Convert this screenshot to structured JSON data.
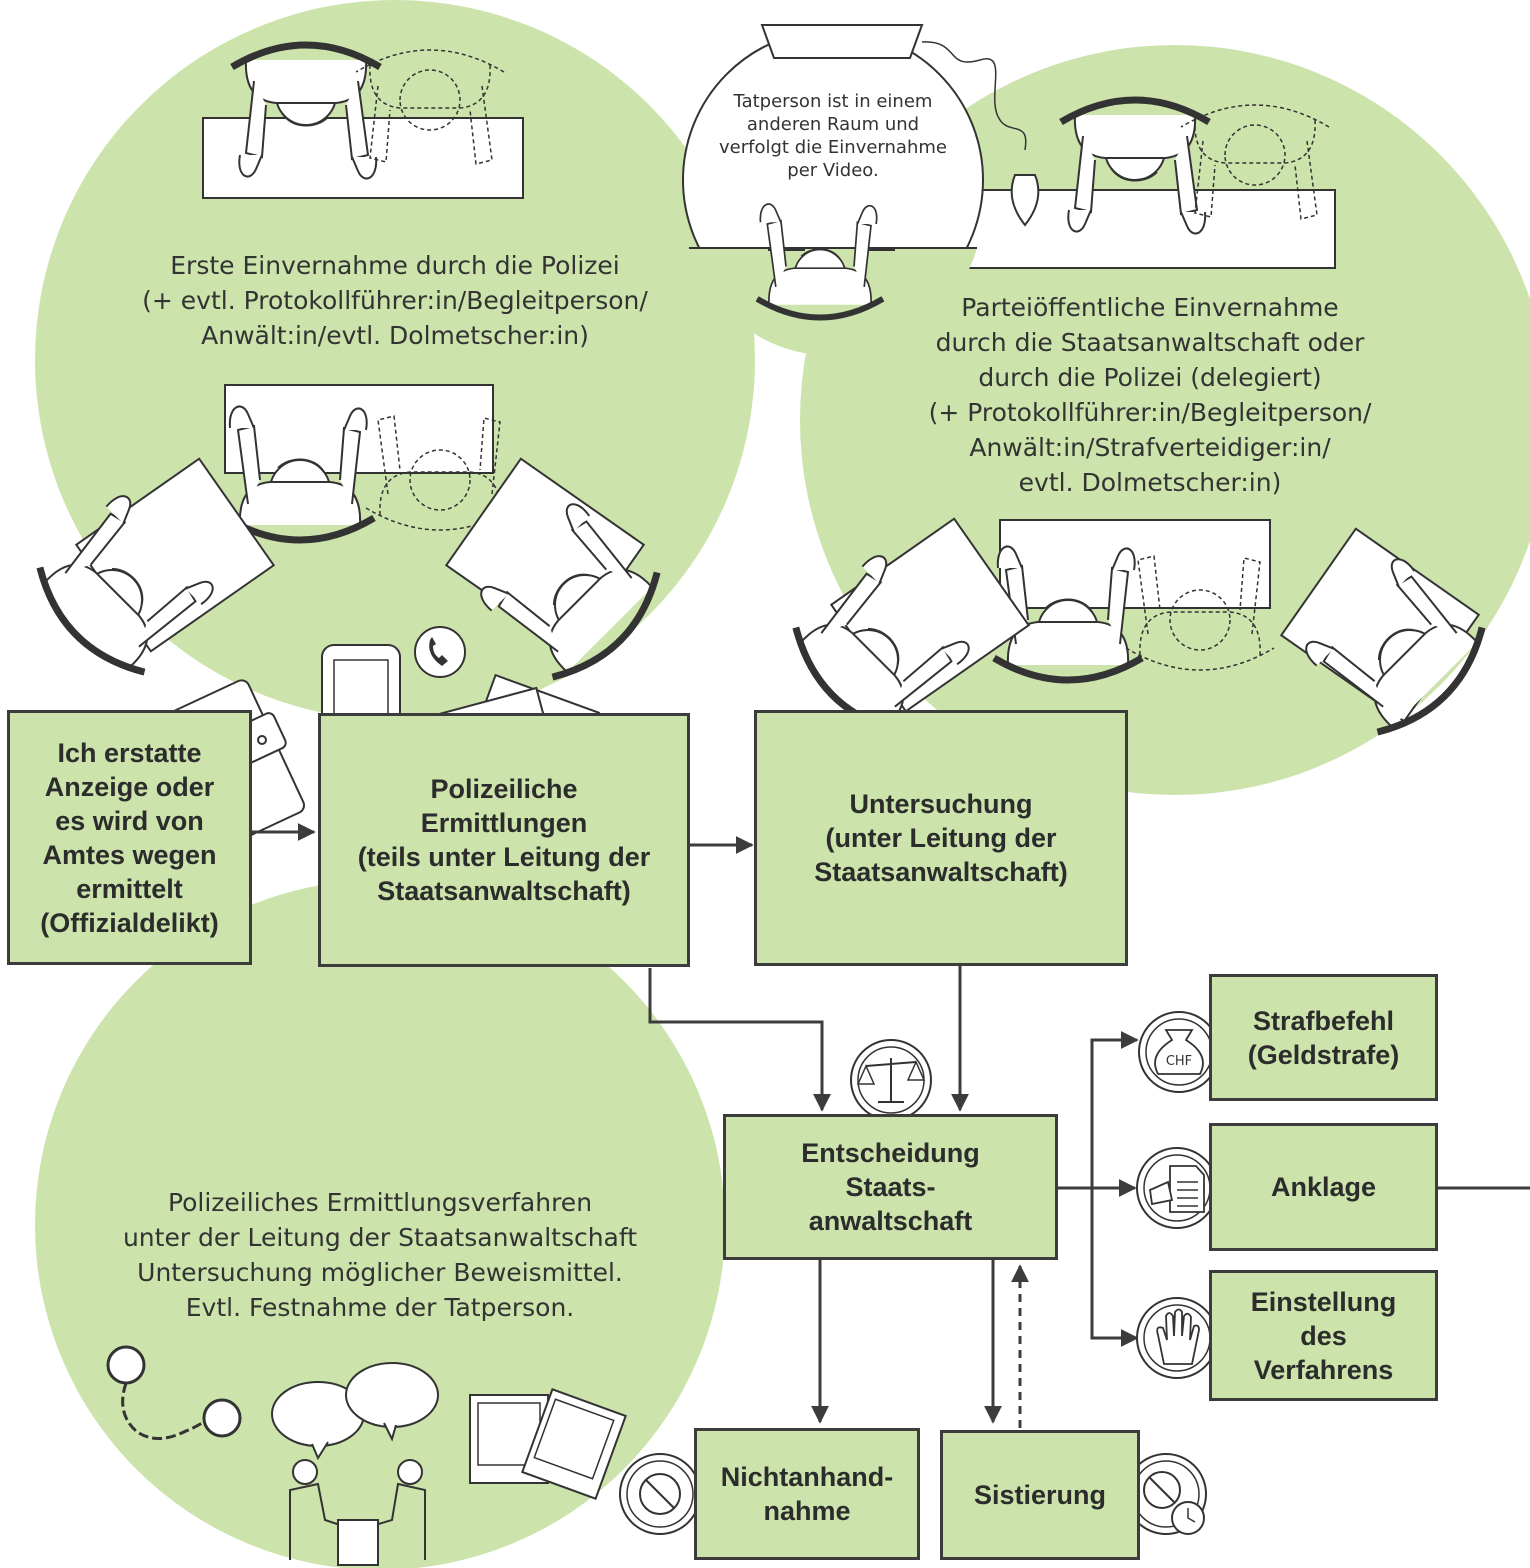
{
  "colors": {
    "circle_fill": "#cce3ab",
    "box_fill": "#cce3ab",
    "stroke": "#3c3c3c",
    "text": "#333333",
    "white": "#ffffff"
  },
  "circles": {
    "police_interview": "Erste Einvernahme durch die Polizei\n(+ evtl. Protokollführer:in/Begleitperson/\nAnwält:in/evtl. Dolmetscher:in)",
    "prosecution_interview": "Parteiöffentliche Einvernahme\ndurch die Staatsanwaltschaft oder\ndurch die Polizei (delegiert)\n(+ Protokollführer:in/Begleitperson/\nAnwält:in/Strafverteidiger:in/\nevtl. Dolmetscher:in)",
    "video_note": "Tatperson ist in einem\nanderen Raum und\nverfolgt die Einvernahme\nper Video.",
    "investigation": "Polizeiliches Ermittlungsverfahren\nunter der Leitung der Staatsanwaltschaft\nUntersuchung möglicher Beweismittel.\nEvtl. Festnahme der Tatperson."
  },
  "boxes": {
    "report": "Ich erstatte\nAnzeige oder\nes wird von\nAmtes wegen\nermittelt\n(Offizialdelikt)",
    "police_investigation": "Polizeiliche\nErmittlungen\n(teils unter Leitung der\nStaatsanwaltschaft)",
    "inquiry": "Untersuchung\n(unter Leitung der\nStaatsanwaltschaft)",
    "decision": "Entscheidung\nStaats-\nanwaltschaft",
    "penalty_order": "Strafbefehl\n(Geldstrafe)",
    "indictment": "Anklage",
    "discontinuation": "Einstellung\ndes\nVerfahrens",
    "non_acceptance": "Nichtanhand-\nnahme",
    "suspension": "Sistierung"
  },
  "icons": {
    "currency_label": "CHF",
    "names": [
      "scales-icon",
      "money-bag-icon",
      "indictment-document-icon",
      "stop-hand-icon",
      "prohibited-icon",
      "suspended-clock-icon",
      "wallet-icon",
      "smartphone-icon",
      "phone-call-icon",
      "documents-icon",
      "handcuffs-icon",
      "speech-bubbles-icon",
      "photos-icon",
      "video-screen-icon"
    ]
  }
}
